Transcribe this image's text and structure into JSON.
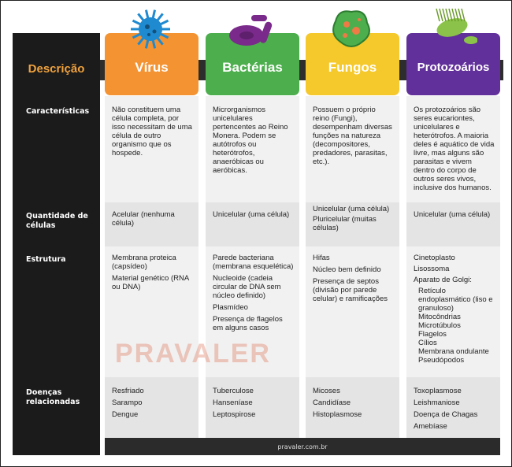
{
  "header": {
    "descricao": "Descrição",
    "columns": [
      {
        "title": "Vírus",
        "color": "#f39332",
        "icon": "virus-icon"
      },
      {
        "title": "Bactérias",
        "color": "#4cae4c",
        "icon": "bacteria-icon"
      },
      {
        "title": "Fungos",
        "color": "#f5c82b",
        "icon": "fungus-icon"
      },
      {
        "title": "Protozoários",
        "color": "#62309a",
        "icon": "protozoa-icon"
      }
    ]
  },
  "rows": {
    "caracteristicas": {
      "label": "Características",
      "cells": [
        [
          "Não constituem uma célula completa, por isso necessitam de uma célula de outro organismo que os hospede."
        ],
        [
          "Microrganismos unicelulares pertencentes ao Reino Monera. Podem se autótrofos ou heterótrofos, anaeróbicas ou aeróbicas."
        ],
        [
          "Possuem o próprio reino (Fungi), desempenham diversas funções na natureza (decompositores, predadores, parasitas, etc.)."
        ],
        [
          "Os protozoários são seres eucariontes, unicelulares e heterótrofos. A maioria deles é aquático de vida livre, mas alguns são parasitas e vivem dentro do corpo de outros seres vivos, inclusive dos humanos."
        ]
      ]
    },
    "quantidade": {
      "label": "Quantidade de células",
      "cells": [
        [
          "Acelular (nenhuma célula)"
        ],
        [
          "Unicelular (uma célula)"
        ],
        [
          "Unicelular (uma célula)",
          "Pluricelular (muitas células)"
        ],
        [
          "Unicelular (uma célula)"
        ]
      ]
    },
    "estrutura": {
      "label": "Estrutura",
      "cells": [
        [
          "Membrana proteica (capsídeo)",
          "Material genético (RNA ou DNA)"
        ],
        [
          "Parede bacteriana (membrana esquelética)",
          "Nucleoide (cadeia circular de DNA sem núcleo definido)",
          "Plasmídeo",
          "Presença de flagelos em alguns casos"
        ],
        [
          "Hifas",
          "Núcleo bem definido",
          "Presença de septos (divisão por parede celular) e ramificações"
        ],
        [
          "Cinetoplasto",
          "Lisossoma",
          "Aparato de Golgi:",
          "Retículo endoplasmático (liso e granuloso)",
          "Mitocôndrias",
          "Microtúbulos",
          "Flagelos",
          "Cílios",
          "Membrana ondulante",
          "Pseudópodos"
        ]
      ]
    },
    "doencas": {
      "label": "Doenças relacionadas",
      "cells": [
        [
          "Resfriado",
          "Sarampo",
          "Dengue"
        ],
        [
          "Tuberculose",
          "Hanseníase",
          "Leptospirose"
        ],
        [
          "Micoses",
          "Candidíase",
          "Histoplasmose"
        ],
        [
          "Toxoplasmose",
          "Leishmaniose",
          "Doença de Chagas",
          "Amebíase"
        ]
      ]
    }
  },
  "watermark": "PRAVALER",
  "footer": "pravaler.com.br"
}
